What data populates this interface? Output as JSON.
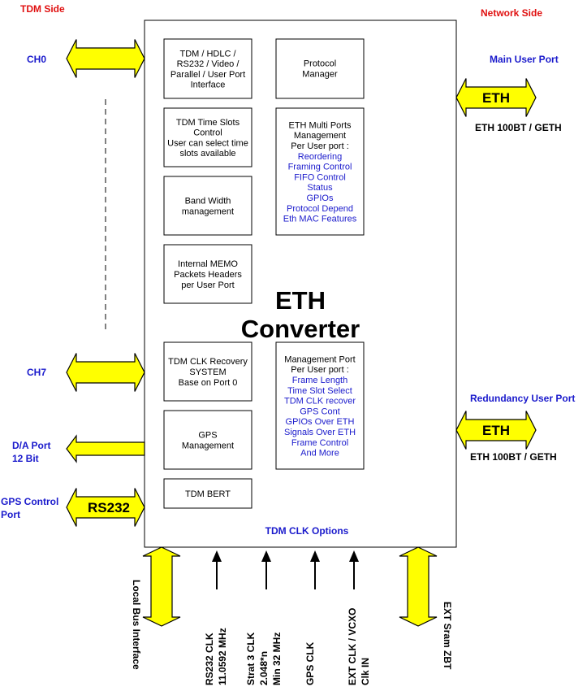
{
  "headings": {
    "tdm_side": "TDM Side",
    "network_side": "Network Side"
  },
  "center_title": [
    "ETH",
    "Converter"
  ],
  "blocks": {
    "user_port_interface": [
      "TDM / HDLC /",
      "RS232 / Video /",
      "Parallel / User Port",
      "Interface"
    ],
    "time_slots": [
      "TDM Time Slots",
      "Control",
      "User can select time",
      "slots available"
    ],
    "bandwidth": [
      "Band Width",
      "management"
    ],
    "internal_memo": [
      "Internal MEMO",
      "Packets Headers",
      "per User Port"
    ],
    "clk_recovery": [
      "TDM CLK Recovery",
      "SYSTEM",
      "Base on Port 0"
    ],
    "gps_mgmt": [
      "GPS",
      "Management"
    ],
    "tdm_bert": [
      "TDM BERT"
    ],
    "protocol_manager": [
      "Protocol",
      "Manager"
    ],
    "eth_multi_ports": {
      "header": [
        "ETH Multi Ports",
        "Management",
        "Per User port :"
      ],
      "items": [
        "Reordering",
        "Framing Control",
        "FIFO Control",
        "Status",
        "GPIOs",
        "Protocol Depend",
        "Eth MAC Features"
      ]
    },
    "management_port": {
      "header": [
        "Management Port",
        "Per User port :"
      ],
      "items": [
        "Frame Length",
        "Time Slot Select",
        "TDM CLK recover",
        "GPS Cont",
        "GPIOs Over ETH",
        "Signals Over ETH",
        "Frame Control",
        "And More"
      ]
    }
  },
  "left_ports": {
    "ch0": "CH0",
    "ch7": "CH7",
    "da_port": [
      "D/A Port",
      "12 Bit"
    ],
    "gps_control": [
      "GPS Control",
      "Port"
    ],
    "rs232_arrow": "RS232"
  },
  "right_ports": {
    "main": {
      "title": "Main User Port",
      "arrow": "ETH",
      "speed": "ETH 100BT / GETH"
    },
    "redundancy": {
      "title": "Redundancy User Port",
      "arrow": "ETH",
      "speed": "ETH 100BT / GETH"
    }
  },
  "clk_options_title": "TDM CLK Options",
  "bottom": {
    "local_bus": "Local Bus Interface",
    "ext_sram": "EXT Sram ZBT",
    "clocks": [
      [
        "RS232 CLK",
        "11.0592 MHz"
      ],
      [
        "Strat 3 CLK",
        "2.048*n",
        "Min 32 MHz"
      ],
      [
        "GPS CLK"
      ],
      [
        "EXT CLK / VCXO",
        "Clk IN"
      ]
    ]
  },
  "colors": {
    "arrow_fill": "#ffff00",
    "heading_red": "#e01010",
    "label_blue": "#1a1acc"
  }
}
